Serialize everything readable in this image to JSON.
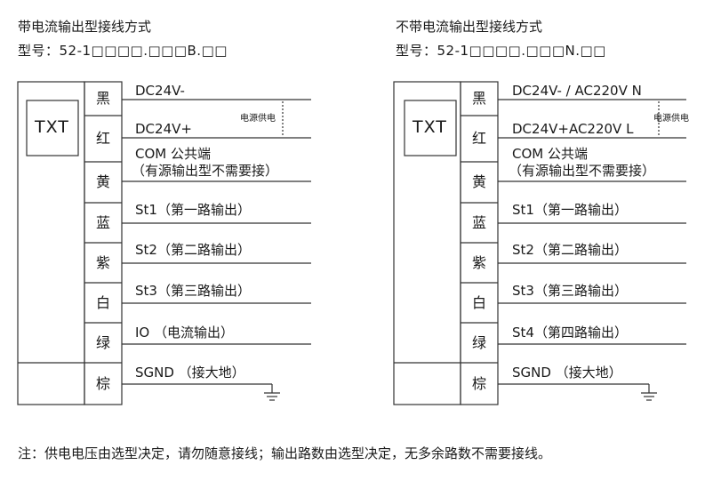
{
  "left": {
    "title": "带电流输出型接线方式",
    "model": "型号：52-1□□□□.□□□B.□□",
    "device": "TXT",
    "colors": [
      "黑",
      "红",
      "黄",
      "蓝",
      "紫",
      "白",
      "绿",
      "棕"
    ],
    "wires": {
      "w1": "DC24V-",
      "w2": "DC24V+",
      "w3a": "COM 公共端",
      "w3b": "（有源输出型不需要接）",
      "w4": "St1（第一路输出）",
      "w5": "St2（第二路输出）",
      "w6": "St3（第三路输出）",
      "w7": "IO （电流输出）",
      "w8": "SGND （接大地）"
    },
    "power_label": "电源供电"
  },
  "right": {
    "title": "不带电流输出型接线方式",
    "model": "型号：52-1□□□□.□□□N.□□",
    "device": "TXT",
    "colors": [
      "黑",
      "红",
      "黄",
      "蓝",
      "紫",
      "白",
      "绿",
      "棕"
    ],
    "wires": {
      "w1": "DC24V- / AC220V N",
      "w2": "DC24V+AC220V L",
      "w3a": "COM 公共端",
      "w3b": "（有源输出型不需要接）",
      "w4": "St1（第一路输出）",
      "w5": "St2（第二路输出）",
      "w6": "St3（第三路输出）",
      "w7": "St4（第四路输出）",
      "w8": "SGND （接大地）"
    },
    "power_label": "电源供电"
  },
  "note": "注：供电电压由选型决定，请勿随意接线；输出路数由选型决定，无多余路数不需要接线。"
}
